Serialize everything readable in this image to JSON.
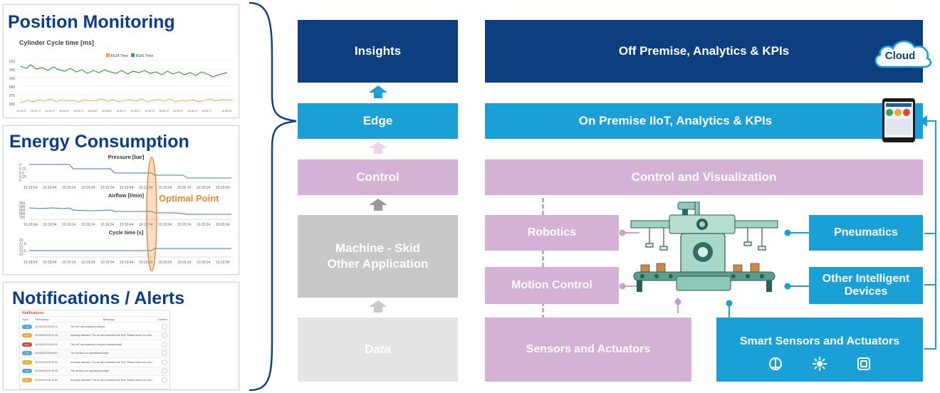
{
  "left_panels": {
    "position": {
      "title": "Position Monitoring",
      "chart_title": "Cylinder  Cycle time [ms]",
      "legend": [
        "BS14 Time",
        "BS41 Time"
      ],
      "yticks": [
        "910",
        "905",
        "900",
        "885",
        "875",
        "860"
      ],
      "xticks": [
        "16:34:07",
        "16:34:17",
        "16:34:27",
        "16:34:37",
        "16:34:47",
        "16:34:57",
        "16:35:07",
        "16:35:17",
        "16:35:27",
        "16:35:37",
        "16:35:47",
        "16:35:57",
        "16:36:07",
        "16:36:17",
        "16:36:34"
      ]
    },
    "energy": {
      "title": "Energy Consumption",
      "pressure_title": "Pressure [bar]",
      "airflow_title": "Airflow [l/min]",
      "cycle_title": "Cycle time [s]",
      "optimal": "Optimal Point",
      "pressure_yticks": [
        "6",
        "5.75",
        "5.5",
        "5.25",
        "5"
      ],
      "airflow_yticks": [
        "950",
        "900",
        "850",
        "800",
        "750"
      ],
      "cycle_yticks": [
        "20",
        "17.5",
        "15",
        "12.5",
        "10"
      ],
      "xticks": [
        "10:18:54",
        "10:19:04",
        "10:19:14",
        "10:19:24",
        "10:19:34",
        "10:19:44",
        "10:19:54",
        "10:20:04",
        "10:20:14",
        "10:20:24",
        "10:20:34"
      ]
    },
    "notifications": {
      "title": "Notifications / Alerts",
      "table_title": "Notifications",
      "headers": [
        "Type",
        "Timestamp",
        "Message",
        "Confirm"
      ],
      "rows": [
        {
          "type": "info",
          "color": "#4ea7d8",
          "ts": "2019/02/15 00:00:14",
          "msg": "The IIoT demonstrators started."
        },
        {
          "type": "warn",
          "color": "#f0a830",
          "ts": "2019/02/15 00:04:15",
          "msg": "Anomaly detected: The air flow exceeded the limit. Please check for a leakage."
        },
        {
          "type": "error",
          "color": "#e0463c",
          "ts": "2019/02/15 00:05:11",
          "msg": "The IIoT demonstrators stopped unexpectedly!"
        },
        {
          "type": "info",
          "color": "#4ea7d8",
          "ts": "2019/02/15 00:08:07",
          "msg": "The air flow is in operational range."
        },
        {
          "type": "warn",
          "color": "#f0a830",
          "ts": "2019/02/15 00:09:04",
          "msg": "Anomaly detected: The air flow exceeded the limit. Please check for a leakage."
        },
        {
          "type": "info",
          "color": "#4ea7d8",
          "ts": "2019/02/15 00:10:06",
          "msg": "The air flow is in operational range."
        },
        {
          "type": "warn",
          "color": "#f0a830",
          "ts": "2019/02/15 00:14:03",
          "msg": "Anomaly detected: The air flow exceeded the limit. Please check for a leakage."
        }
      ]
    }
  },
  "stack": {
    "insights": "Insights",
    "edge": "Edge",
    "control": "Control",
    "machine_line1": "Machine - Skid",
    "machine_line2": "Other Application",
    "data": "Data"
  },
  "right": {
    "off_premise": "Off Premise, Analytics & KPIs",
    "cloud": "Cloud",
    "on_premise": "On Premise IIoT, Analytics & KPIs",
    "control_vis": "Control and Visualization",
    "robotics": "Robotics",
    "motion": "Motion Control",
    "sensors": "Sensors and Actuators",
    "pneumatics": "Pneumatics",
    "other_line1": "Other Intelligent",
    "other_line2": "Devices",
    "smart": "Smart Sensors and Actuators"
  },
  "colors": {
    "dark_blue": "#0d3f80",
    "light_blue": "#1aa0d6",
    "lavender": "#d3b2d6",
    "gray": "#c8c8c8",
    "light_gray": "#e4e4e4",
    "title_blue": "#0a3d8f",
    "optimal_orange": "#e8892c"
  },
  "icons": [
    "cloud-icon",
    "tablet-icon",
    "sensor-icon",
    "network-icon",
    "wifi-icon",
    "factory-machine-icon"
  ]
}
